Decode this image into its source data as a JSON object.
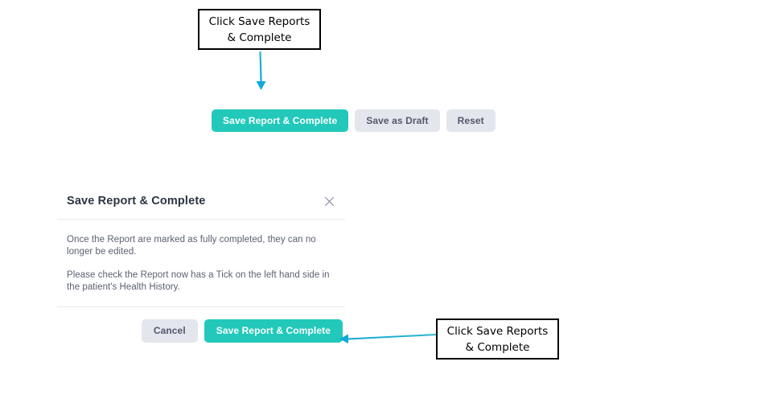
{
  "annotations": {
    "top": {
      "text": "Click Save Reports & Complete",
      "arrow": "arrow-down-icon"
    },
    "bottom": {
      "text": "Click Save Reports & Complete",
      "arrow": "arrow-left-icon"
    },
    "arrow_color": "#1ab0d0",
    "border_color": "#000000"
  },
  "action_bar": {
    "save_complete_label": "Save Report & Complete",
    "save_draft_label": "Save as Draft",
    "reset_label": "Reset"
  },
  "modal": {
    "title": "Save Report & Complete",
    "close_icon": "close-icon",
    "body_paragraphs": [
      "Once the Report are marked as fully completed, they can no longer be edited.",
      "Please check the Report now has a Tick on the left hand side in the patient's Health History."
    ],
    "cancel_label": "Cancel",
    "confirm_label": "Save Report & Complete"
  },
  "colors": {
    "primary": "#22c9ba",
    "secondary": "#e4e6ee",
    "title": "#2b3445",
    "body_text": "#5b6173",
    "divider": "#e8eaee"
  }
}
